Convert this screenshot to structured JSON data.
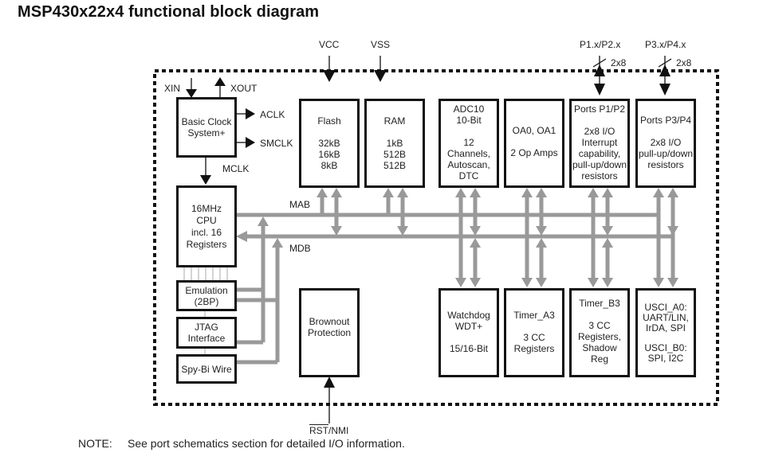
{
  "title": "MSP430x22x4 functional block diagram",
  "note": {
    "prefix": "NOTE:",
    "text": "See port schematics section for detailed I/O information."
  },
  "pins": {
    "vcc": "VCC",
    "vss": "VSS",
    "p1p2": "P1.x/P2.x",
    "p3p4": "P3.x/P4.x",
    "p1p2_width": "2x8",
    "p3p4_width": "2x8",
    "xin": "XIN",
    "xout": "XOUT",
    "aclk": "ACLK",
    "smclk": "SMCLK",
    "mclk": "MCLK",
    "rst_overline": "RST",
    "rst_suffix": "/NMI"
  },
  "buses": {
    "mab": "MAB",
    "mdb": "MDB"
  },
  "blocks": {
    "clock": [
      "Basic Clock",
      "System+"
    ],
    "cpu": [
      "16MHz",
      "CPU",
      "incl. 16",
      "Registers"
    ],
    "emulation": [
      "Emulation",
      "(2BP)"
    ],
    "jtag": [
      "JTAG",
      "Interface"
    ],
    "spybiwire": [
      "Spy-Bi Wire"
    ],
    "flash": {
      "title": "Flash",
      "lines": [
        "32kB",
        "16kB",
        "8kB"
      ]
    },
    "ram": {
      "title": "RAM",
      "lines": [
        "1kB",
        "512B",
        "512B"
      ]
    },
    "adc": {
      "title": [
        "ADC10",
        "10-Bit"
      ],
      "lines": [
        "12",
        "Channels,",
        "Autoscan,",
        "DTC"
      ]
    },
    "opamp": {
      "title": "OA0, OA1",
      "lines": [
        "2 Op Amps"
      ]
    },
    "ports12": {
      "title": "Ports P1/P2",
      "lines": [
        "2x8 I/O",
        "Interrupt",
        "capability,",
        "pull-up/down",
        "resistors"
      ]
    },
    "ports34": {
      "title": "Ports P3/P4",
      "lines": [
        "2x8 I/O",
        "pull-up/down",
        "resistors"
      ]
    },
    "brownout": [
      "Brownout",
      "Protection"
    ],
    "watchdog": {
      "title": [
        "Watchdog",
        "WDT+"
      ],
      "lines": [
        "15/16-Bit"
      ]
    },
    "timera": {
      "title": "Timer_A3",
      "lines": [
        "3 CC",
        "Registers"
      ]
    },
    "timerb": {
      "title": "Timer_B3",
      "lines": [
        "3 CC",
        "Registers,",
        "Shadow",
        "Reg"
      ]
    },
    "usci": {
      "a_lines": [
        "USCI_A0:",
        "UART/LIN,",
        "IrDA, SPI"
      ],
      "b_lines": [
        "USCI_B0:",
        "SPI, I2C"
      ]
    }
  }
}
